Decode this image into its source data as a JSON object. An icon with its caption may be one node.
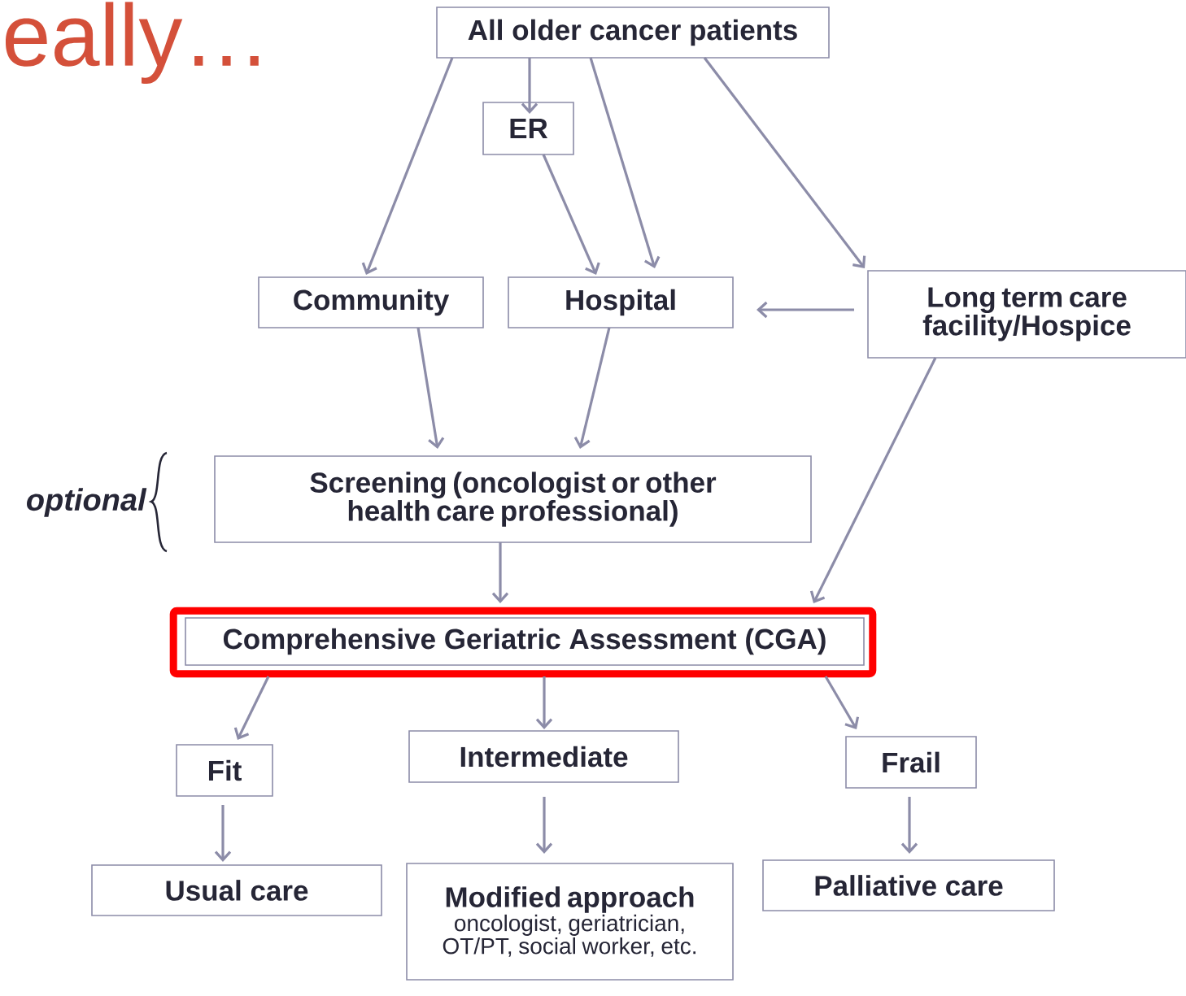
{
  "diagram": {
    "title": "eally…",
    "nodes": [
      {
        "text": [
          "All older cancer patients"
        ]
      },
      {
        "text": [
          "ER"
        ]
      },
      {
        "text": [
          "Community"
        ]
      },
      {
        "text": [
          "Hospital"
        ]
      },
      {
        "text": [
          "Long term care facility/Hospice"
        ]
      },
      {
        "text": [
          "Screening (oncologist or other health care professional)"
        ]
      },
      {
        "text": [
          "Comprehensive Geriatric Assessment (CGA)"
        ]
      },
      {
        "text": [
          "Fit"
        ]
      },
      {
        "text": [
          "Intermediate"
        ]
      },
      {
        "text": [
          "Frail"
        ]
      },
      {
        "text": [
          "Usual care"
        ]
      },
      {
        "text": [
          "Modified approach",
          "oncologist, geriatrician, OT/PT, social worker, etc."
        ]
      },
      {
        "text": [
          "Palliative care"
        ]
      }
    ],
    "edges": [
      {
        "from": 0,
        "to": 2,
        "arrow": "to"
      },
      {
        "from": 0,
        "to": 1,
        "arrow": "to"
      },
      {
        "from": 0,
        "to": 3,
        "arrow": "to"
      },
      {
        "from": 0,
        "to": 4,
        "arrow": "to"
      },
      {
        "from": 1,
        "to": 3,
        "arrow": "to"
      },
      {
        "from": 4,
        "to": 3,
        "arrow": "to"
      },
      {
        "from": 2,
        "to": 5,
        "arrow": "to"
      },
      {
        "from": 3,
        "to": 5,
        "arrow": "to"
      },
      {
        "from": 4,
        "to": 6,
        "arrow": "to"
      },
      {
        "from": 5,
        "to": 6,
        "arrow": "to"
      },
      {
        "from": 6,
        "to": 7,
        "arrow": "to"
      },
      {
        "from": 6,
        "to": 8,
        "arrow": "to"
      },
      {
        "from": 6,
        "to": 9,
        "arrow": "to"
      },
      {
        "from": 7,
        "to": 10,
        "arrow": "to"
      },
      {
        "from": 8,
        "to": 11,
        "arrow": "to"
      },
      {
        "from": 9,
        "to": 12,
        "arrow": "to"
      }
    ],
    "labels": [
      "optional"
    ]
  }
}
